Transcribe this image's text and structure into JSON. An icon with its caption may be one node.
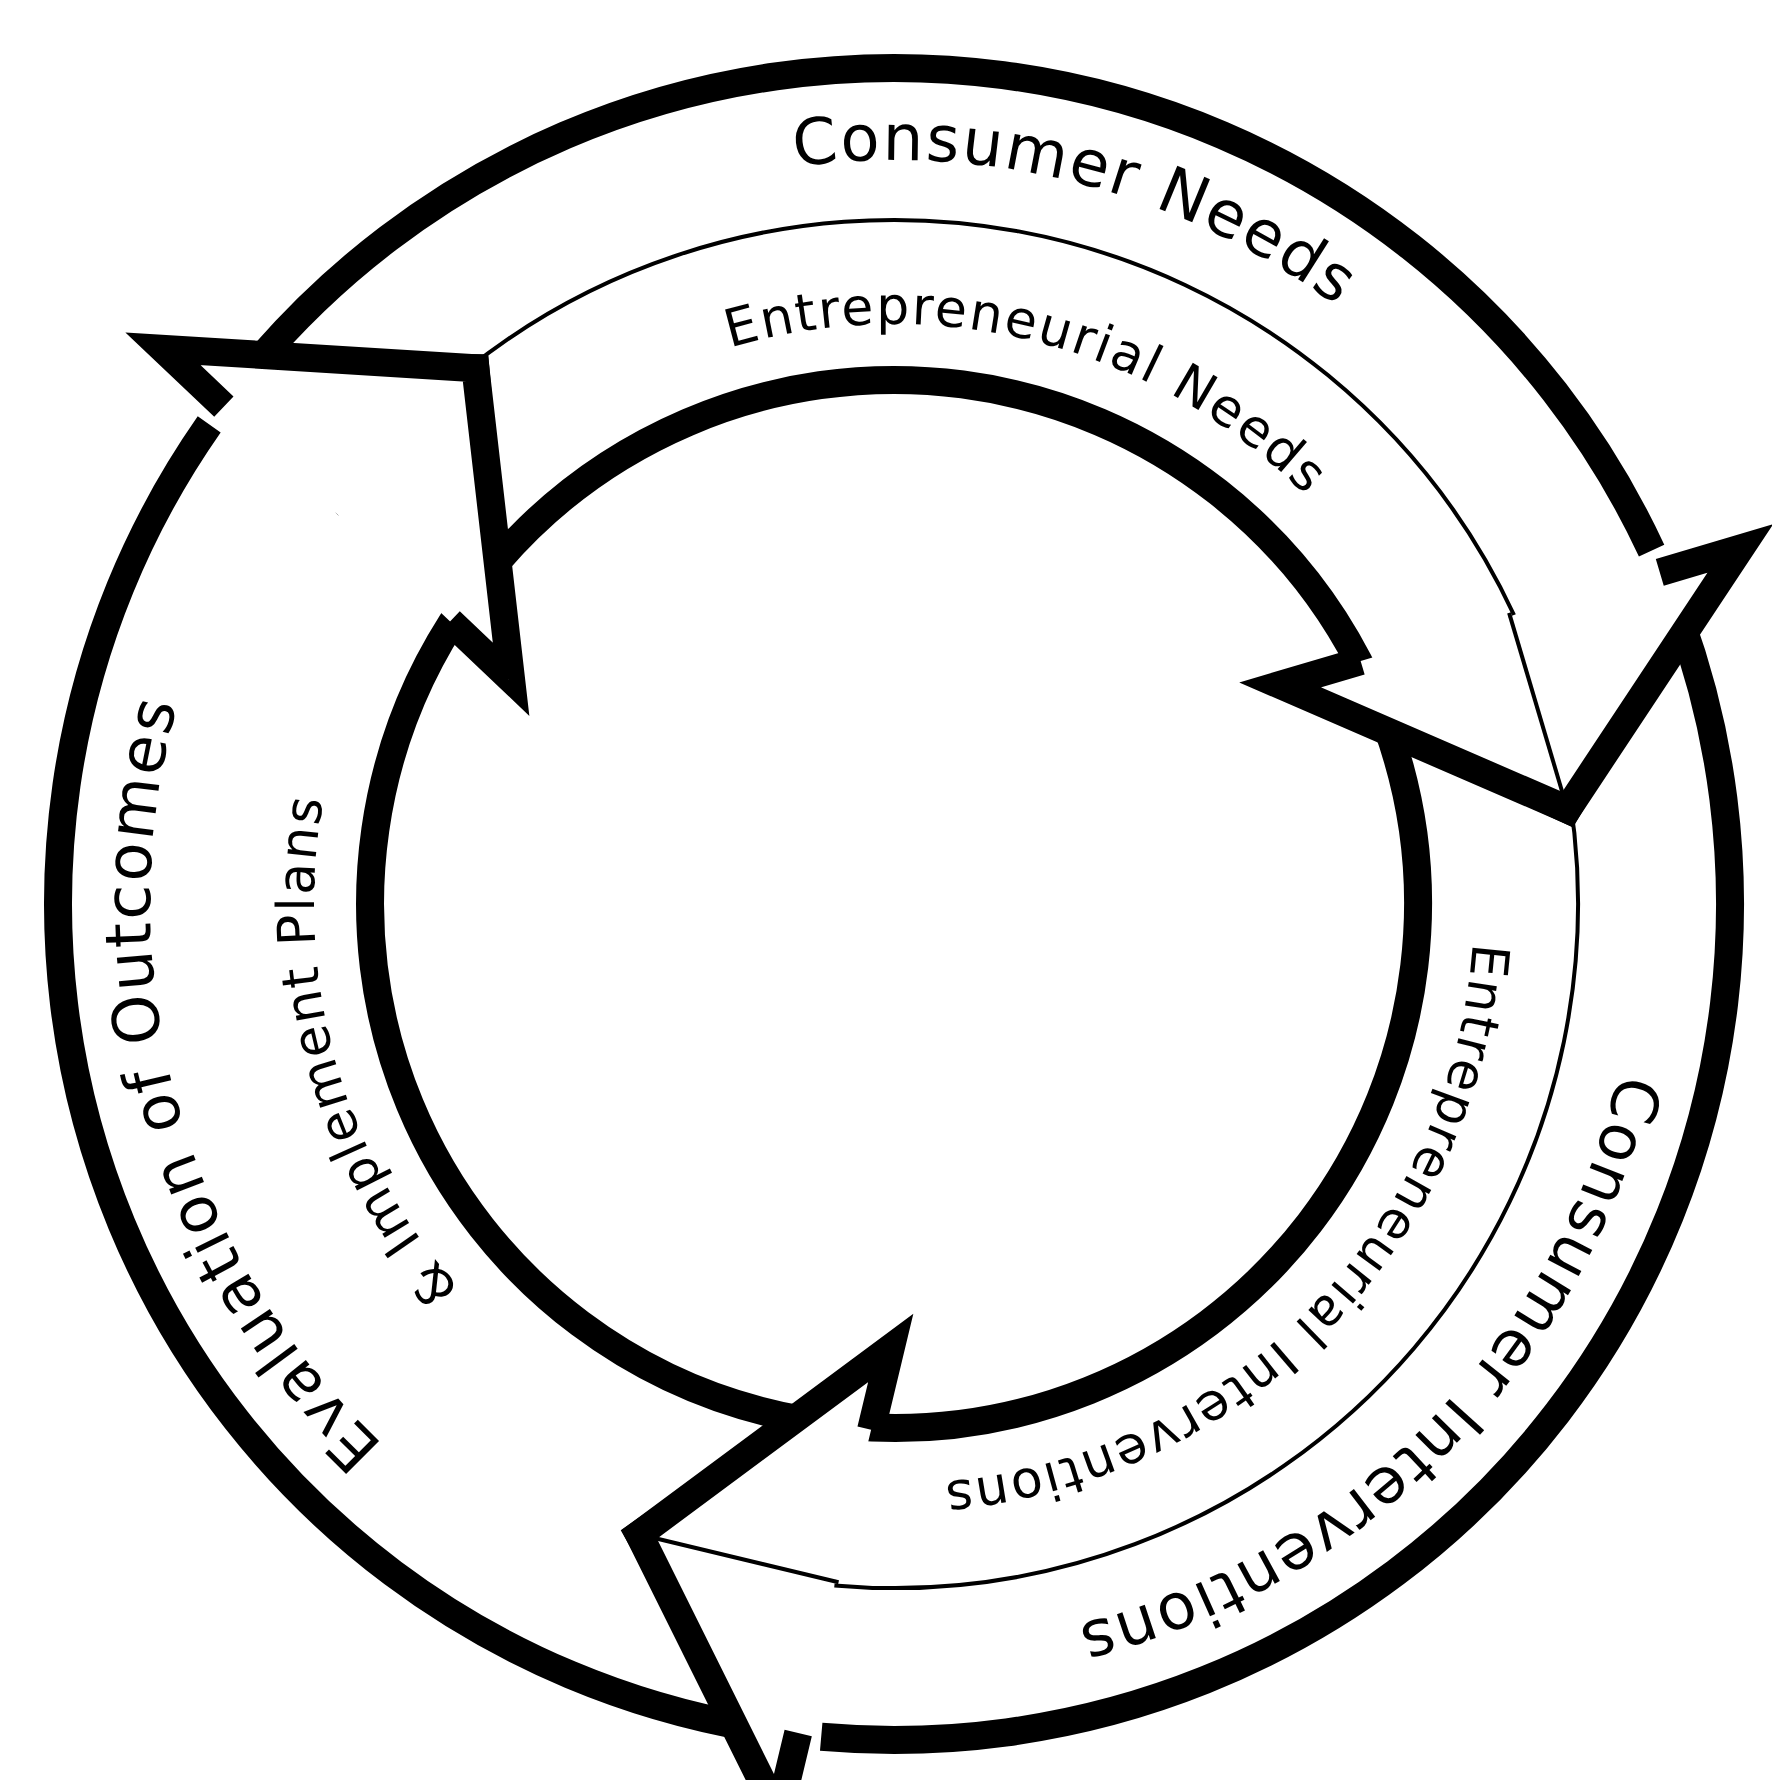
{
  "diagram": {
    "nodes": [
      {
        "text": [
          "Consumer Needs",
          "Entrepreneurial Needs"
        ]
      },
      {
        "text": [
          "Consumer Interventions",
          "Entrepreneurial Interventions"
        ]
      },
      {
        "text": [
          "Evaluation of Outcomes",
          "& Implement Plans"
        ]
      }
    ],
    "edges": [
      {
        "from": 0,
        "to": 1,
        "arrow": "to"
      },
      {
        "from": 1,
        "to": 2,
        "arrow": "to"
      },
      {
        "from": 2,
        "to": 0,
        "arrow": "to"
      }
    ]
  }
}
